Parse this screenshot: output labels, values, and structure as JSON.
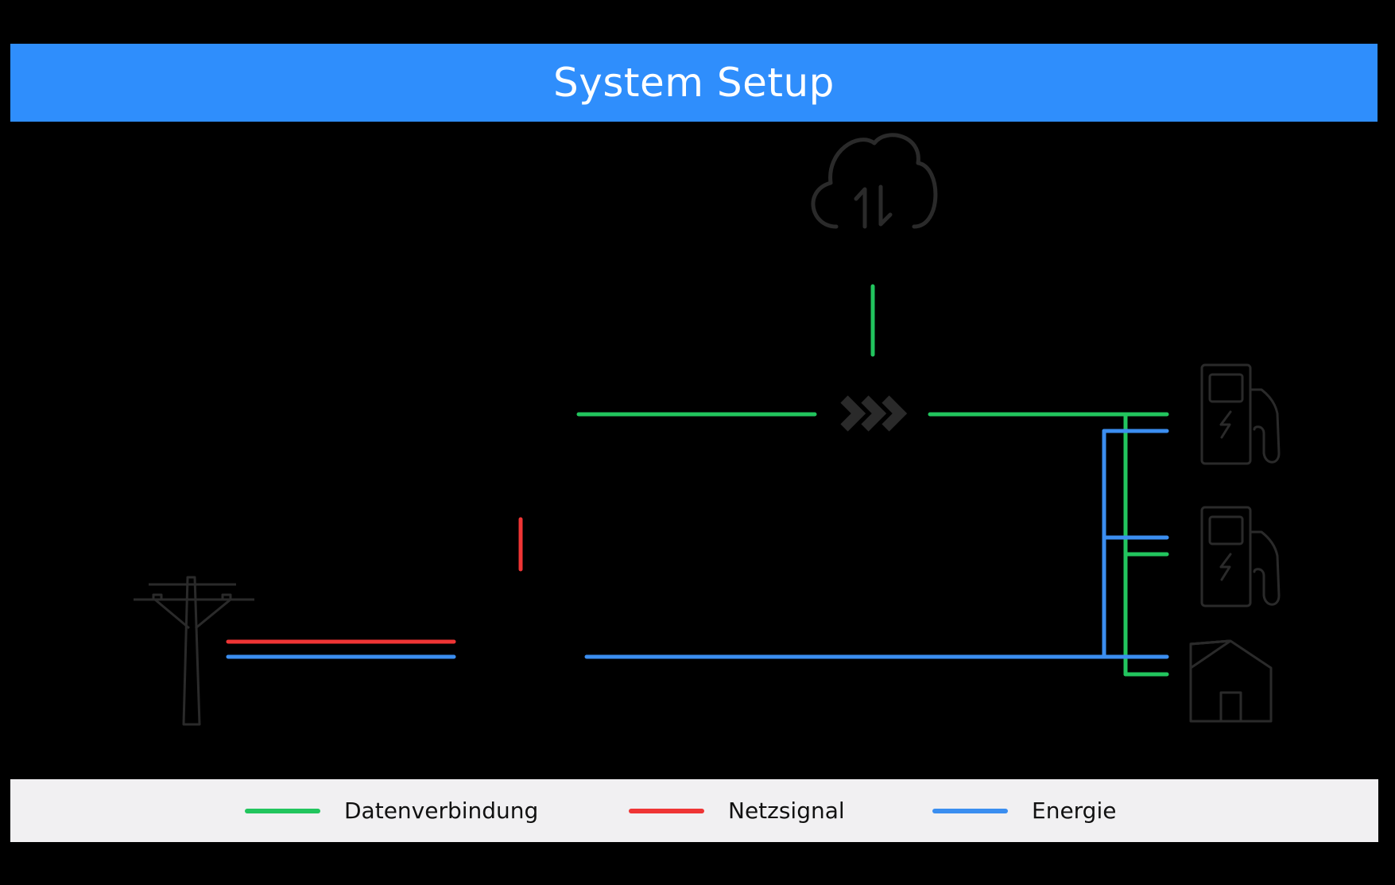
{
  "header": {
    "title": "System Setup"
  },
  "colors": {
    "data": "#22c55e",
    "grid": "#ef3535",
    "energy": "#3b8ef0",
    "icon": "#2a2a2a",
    "header_bg": "#2f8efc"
  },
  "icons": {
    "cloud": "cloud-sync-icon",
    "controller": "chevrons-right-icon",
    "pole": "power-pole-icon",
    "charger1": "charging-station-icon",
    "charger2": "charging-station-icon",
    "house": "house-icon"
  },
  "legend": {
    "items": [
      {
        "label": "Datenverbindung",
        "color": "#22c55e"
      },
      {
        "label": "Netzsignal",
        "color": "#ef3535"
      },
      {
        "label": "Energie",
        "color": "#3b8ef0"
      }
    ]
  }
}
